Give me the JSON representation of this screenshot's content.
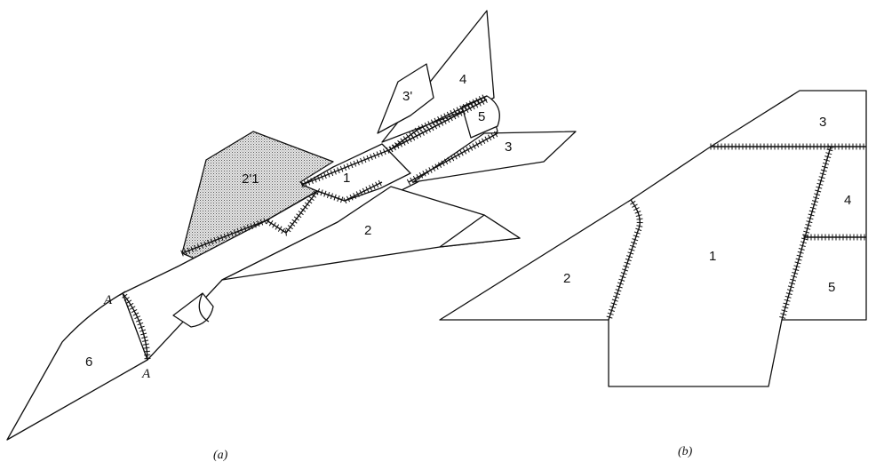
{
  "figure_a": {
    "caption": "(a)",
    "labels": {
      "fuselage_center": "1",
      "main_wing": "2",
      "other_wing": "2'1",
      "tailplane": "3",
      "other_tailplane": "3'",
      "fin": "4",
      "fin_root": "5",
      "nose": "6",
      "cut_top": "A",
      "cut_bottom": "A"
    }
  },
  "figure_b": {
    "caption": "(b)",
    "labels": {
      "center": "1",
      "wing": "2",
      "tail_top": "3",
      "tail_mid": "4",
      "tail_bottom": "5"
    }
  },
  "colors": {
    "stroke": "#111111",
    "shaded": "#cfcfcf",
    "background": "#ffffff"
  }
}
